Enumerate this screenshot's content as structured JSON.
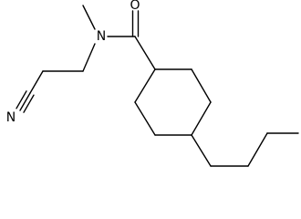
{
  "molecule": {
    "atoms": {
      "oxygen": "O",
      "nitrogen_amide": "N",
      "nitrogen_nitrile": "N"
    },
    "colors": {
      "bond": "#000000",
      "label": "#000000",
      "background": "#ffffff"
    }
  }
}
